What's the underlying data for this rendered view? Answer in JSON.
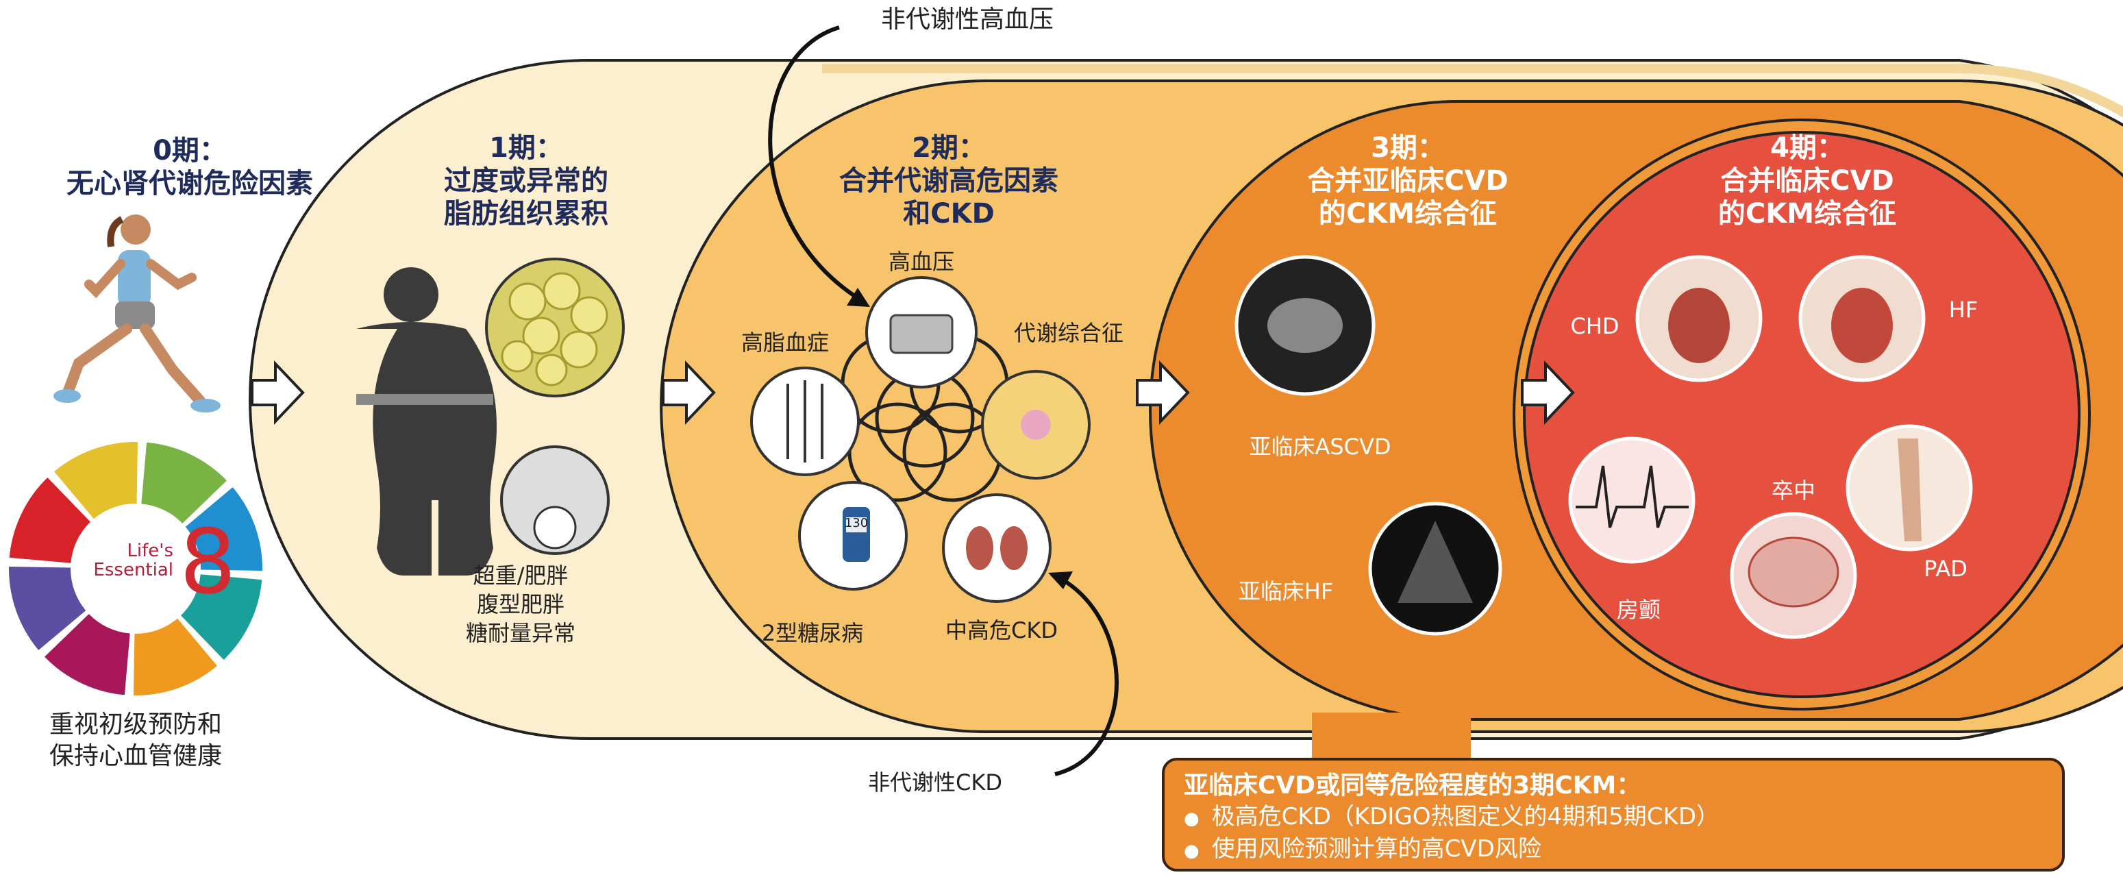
{
  "stage0": {
    "num": "0期：",
    "title": "无心肾代谢危险因素",
    "logo": {
      "line1": "Life's",
      "line2": "Essential",
      "number": "8"
    },
    "caption_line1": "重视初级预防和",
    "caption_line2": "保持心血管健康"
  },
  "stage1": {
    "num": "1期：",
    "title_line1": "过度或异常的",
    "title_line2": "脂肪组织累积",
    "items": [
      "超重/肥胖",
      "腹型肥胖",
      "糖耐量异常"
    ]
  },
  "stage2": {
    "num": "2期：",
    "title_line1": "合并代谢高危因素",
    "title_line2": "和CKD",
    "factors": {
      "hypertension": "高血压",
      "metabolic": "代谢综合征",
      "lipid": "高脂血症",
      "diabetes": "2型糖尿病",
      "ckd": "中高危CKD"
    },
    "glucometer_reading": "130"
  },
  "stage3": {
    "num": "3期：",
    "title_line1": "合并亚临床CVD",
    "title_line2": "的CKM综合征",
    "items": {
      "ascvd": "亚临床ASCVD",
      "hf": "亚临床HF"
    }
  },
  "stage4": {
    "num": "4期：",
    "title_line1": "合并临床CVD",
    "title_line2": "的CKM综合征",
    "items": {
      "chd": "CHD",
      "hf": "HF",
      "af": "房颤",
      "stroke": "卒中",
      "pad": "PAD"
    }
  },
  "inputs": {
    "top": "非代谢性高血压",
    "bottom": "非代谢性CKD"
  },
  "callout": {
    "title": "亚临床CVD或同等危险程度的3期CKM：",
    "bullets": [
      "极高危CKD（KDIGO热图定义的4期和5期CKD）",
      "使用风险预测计算的高CVD风险"
    ]
  },
  "colors": {
    "stage1": "#fcefd0",
    "stage2": "#f7c46c",
    "stage3": "#ec8a2e",
    "stage4": "#e6503f",
    "title": "#1f2b5a"
  }
}
